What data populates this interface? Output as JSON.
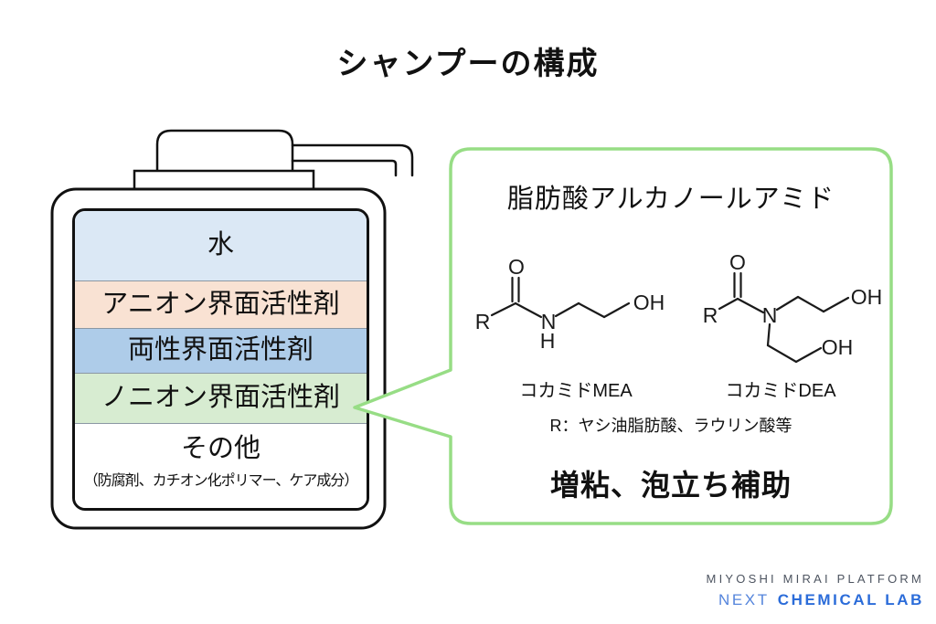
{
  "title": "シャンプーの構成",
  "bottle": {
    "layers": [
      {
        "label": "水",
        "color": "#dbe8f5"
      },
      {
        "label": "アニオン界面活性剤",
        "color": "#f9e2d3"
      },
      {
        "label": "両性界面活性剤",
        "color": "#aecce9"
      },
      {
        "label": "ノニオン界面活性剤",
        "color": "#d7ecd1"
      },
      {
        "label": "その他",
        "sublabel": "（防腐剤、カチオン化ポリマー、ケア成分）",
        "color": "#ffffff"
      }
    ]
  },
  "callout": {
    "border_color": "#97dd85",
    "title": "脂肪酸アルカノールアミド",
    "structures": [
      {
        "name": "コカミドMEA",
        "atoms": {
          "o": "O",
          "r": "R",
          "n": "N",
          "h": "H",
          "oh": "OH"
        }
      },
      {
        "name": "コカミドDEA",
        "atoms": {
          "o": "O",
          "r": "R",
          "n": "N",
          "oh1": "OH",
          "oh2": "OH"
        }
      }
    ],
    "r_note": "R：ヤシ油脂肪酸、ラウリン酸等",
    "effect": "増粘、泡立ち補助"
  },
  "footer": {
    "line1": "MIYOSHI MIRAI PLATFORM",
    "line2_prefix": "NEXT",
    "line2_main": "CHEMICAL LAB",
    "line1_color": "#4d5460",
    "prefix_color": "#5585dc",
    "main_color": "#2b6cd9"
  }
}
